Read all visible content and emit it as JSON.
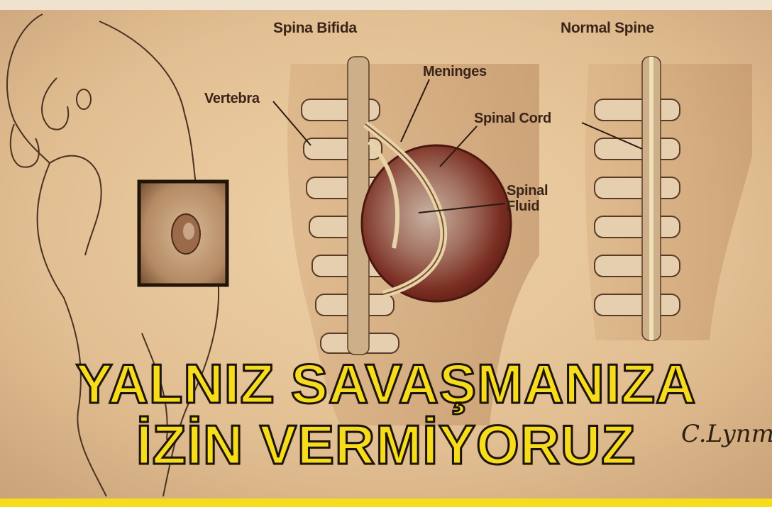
{
  "diagram": {
    "section_titles": {
      "left": "Spina Bifida",
      "right": "Normal Spine"
    },
    "labels": {
      "vertebra": "Vertebra",
      "meninges": "Meninges",
      "spinal_cord": "Spinal Cord",
      "spinal_fluid_line1": "Spinal",
      "spinal_fluid_line2": "Fluid"
    },
    "signature": "C.Lynm"
  },
  "headline": {
    "line1": "YALNIZ SAVAŞMANIZA",
    "line2": "İZİN VERMİYORUZ"
  },
  "colors": {
    "parchment": "#e8c9a0",
    "headline_fill": "#f7dc1c",
    "headline_outline": "#1c140c",
    "sac": "#8a3a2a",
    "label_text": "#3a2418"
  }
}
